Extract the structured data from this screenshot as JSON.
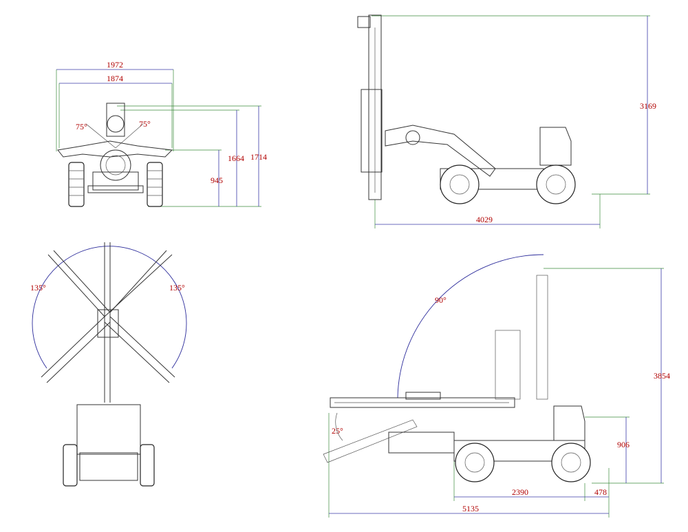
{
  "dimensions": {
    "front_view": {
      "overall_width": "1972",
      "track_width": "1874",
      "height_top": "1714",
      "height_mid": "1664",
      "height_low": "945",
      "angle_left": "75°",
      "angle_right": "75°"
    },
    "side_view": {
      "mast_height": "3169",
      "overall_length": "4029"
    },
    "top_view": {
      "swing_left": "135°",
      "swing_right": "135°"
    },
    "working_view": {
      "max_height": "3854",
      "lift_angle": "90°",
      "tilt_angle": "25°",
      "seat_height": "906",
      "wheelbase": "2390",
      "rear_overhang": "478",
      "total_length": "5135"
    }
  },
  "colors": {
    "dimension_text": "#b00000",
    "dimension_line": "#3a3aa8",
    "extension_line": "#3a8a3a",
    "drawing_line": "#333333"
  }
}
